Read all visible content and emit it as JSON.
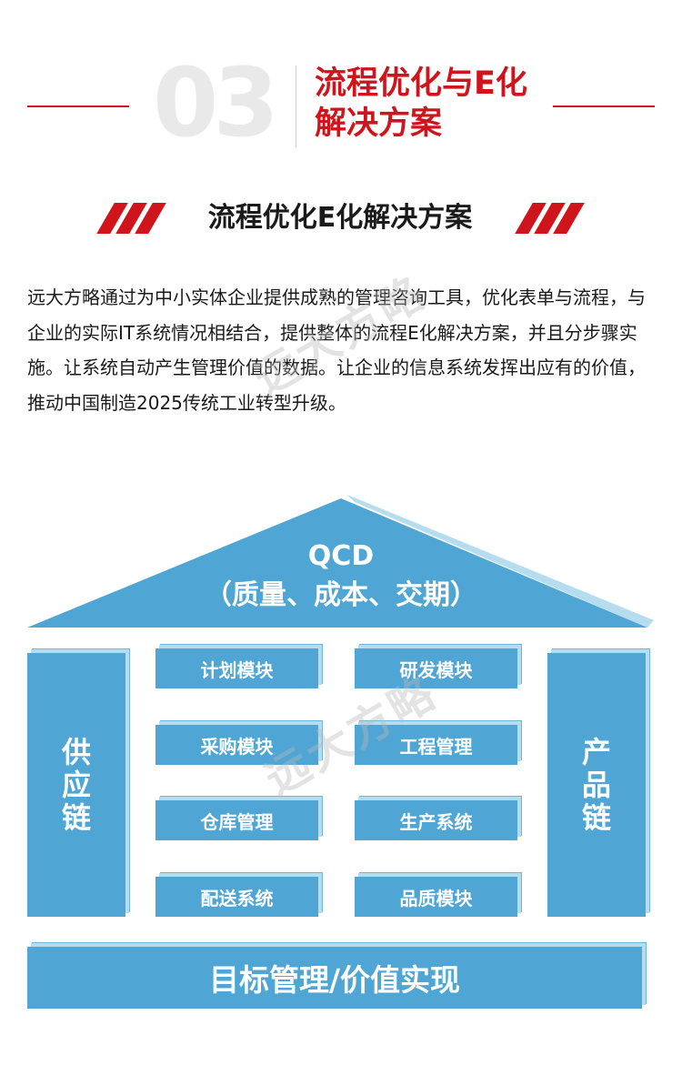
{
  "header": {
    "section_number": "03",
    "title": "流程优化与E化解决方案"
  },
  "subtitle": "流程优化E化解决方案",
  "intro": "远大方略通过为中小实体企业提供成熟的管理咨询工具，优化表单与流程，与企业的实际IT系统情况相结合，提供整体的流程E化解决方案，并且分步骤实施。让系统自动产生管理价值的数据。让企业的信息系统发挥出应有的价值，推动中国制造2025传统工业转型升级。",
  "watermark": "远大方略",
  "diagram": {
    "roof": {
      "line1": "QCD",
      "line2": "（质量、成本、交期）"
    },
    "left_pillar": "供应链",
    "right_pillar": "产品链",
    "modules_left": [
      "计划模块",
      "采购模块",
      "仓库管理",
      "配送系统"
    ],
    "modules_right": [
      "研发模块",
      "工程管理",
      "生产系统",
      "品质模块"
    ],
    "base": "目标管理/价值实现"
  },
  "colors": {
    "accent_red": "#d0141b",
    "block_blue": "#4fa6d4",
    "block_edge": "#b6dcf0",
    "number_gray": "#e9e9e9"
  }
}
